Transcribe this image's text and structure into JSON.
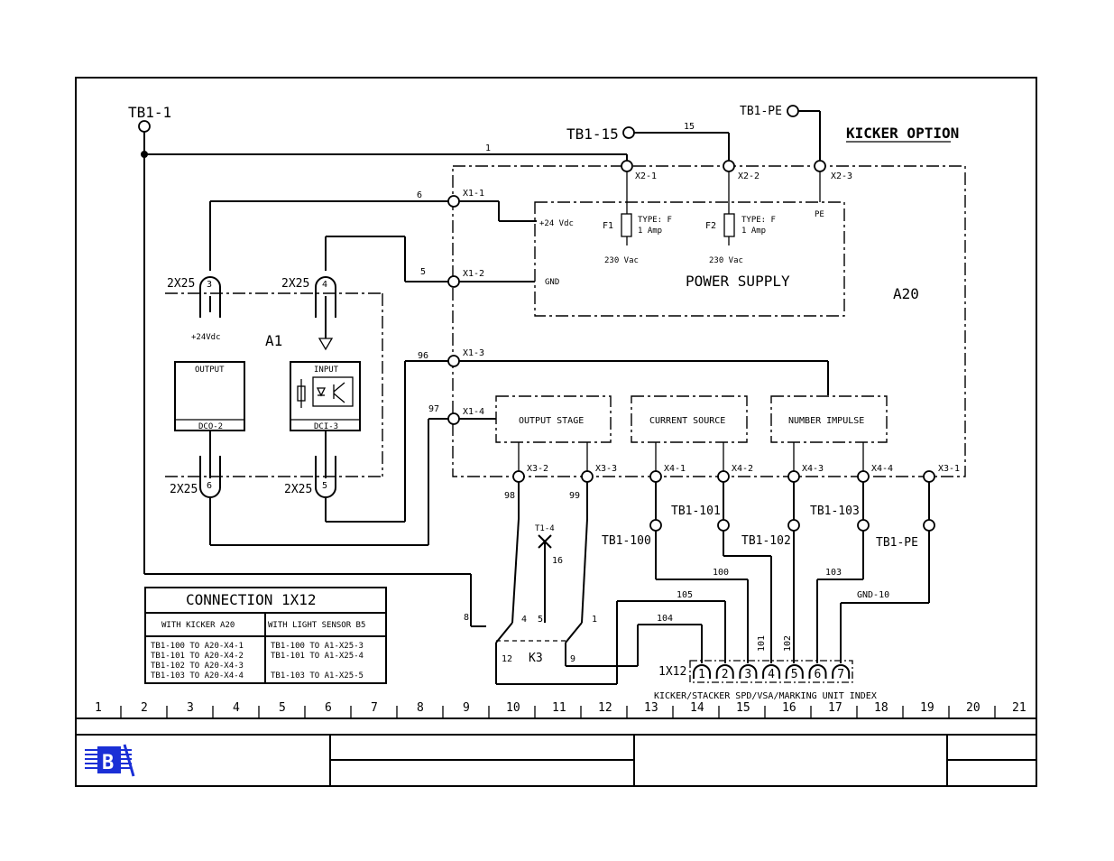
{
  "title": "KICKER OPTION",
  "terminals": {
    "tb1_1": "TB1-1",
    "tb1_15": "TB1-15",
    "tb1_pe_top": "TB1-PE",
    "tb1_100": "TB1-100",
    "tb1_101": "TB1-101",
    "tb1_102": "TB1-102",
    "tb1_103": "TB1-103",
    "tb1_pe_bottom": "TB1-PE",
    "t1_4": "T1-4"
  },
  "connectors": {
    "x1_1": "X1-1",
    "x1_2": "X1-2",
    "x1_3": "X1-3",
    "x1_4": "X1-4",
    "x2_1": "X2-1",
    "x2_2": "X2-2",
    "x2_3": "X2-3",
    "x3_1": "X3-1",
    "x3_2": "X3-2",
    "x3_3": "X3-3",
    "x4_1": "X4-1",
    "x4_2": "X4-2",
    "x4_3": "X4-3",
    "x4_4": "X4-4",
    "2x25": "2X25",
    "pin3": "3",
    "pin4": "4",
    "pin5": "5",
    "pin6": "6"
  },
  "wires": {
    "w1": "1",
    "w15": "15",
    "w6": "6",
    "w5": "5",
    "w96": "96",
    "w97": "97",
    "w98": "98",
    "w99": "99",
    "w16": "16",
    "w100": "100",
    "w101": "101",
    "w102": "102",
    "w103": "103",
    "w104": "104",
    "w105": "105",
    "w8": "8",
    "gnd10": "GND-10"
  },
  "power_supply": {
    "label": "POWER SUPPLY",
    "plus24": "+24 Vdc",
    "gnd": "GND",
    "pe": "PE",
    "f1": "F1",
    "f2": "F2",
    "fuse_type": "TYPE: F",
    "fuse_amp": "1 Amp",
    "v230": "230 Vac"
  },
  "a20": "A20",
  "a1": "A1",
  "a1_plus24": "+24Vdc",
  "modules": {
    "output_title": "OUTPUT",
    "output_code": "DCO-2",
    "input_title": "INPUT",
    "input_code": "DCI-3"
  },
  "stages": {
    "output_stage": "OUTPUT STAGE",
    "current_source": "CURRENT SOURCE",
    "number_impulse": "NUMBER IMPULSE"
  },
  "relay": {
    "name": "K3",
    "c12": "12",
    "c4": "4",
    "c5": "5",
    "c1": "1",
    "c9": "9"
  },
  "connector_1x12": {
    "name": "1X12",
    "pins": [
      "1",
      "2",
      "3",
      "4",
      "5",
      "6",
      "7"
    ],
    "index": "KICKER/STACKER SPD/VSA/MARKING UNIT INDEX"
  },
  "connection_table": {
    "title": "CONNECTION 1X12",
    "col1_header": "WITH KICKER A20",
    "col2_header": "WITH LIGHT SENSOR B5",
    "col1_rows": [
      "TB1-100 TO A20-X4-1",
      "TB1-101 TO A20-X4-2",
      "TB1-102 TO A20-X4-3",
      "TB1-103 TO A20-X4-4"
    ],
    "col2_rows": [
      "TB1-100 TO A1-X25-3",
      "TB1-101 TO A1-X25-4",
      "",
      "TB1-103 TO A1-X25-5"
    ]
  },
  "scale": [
    "1",
    "2",
    "3",
    "4",
    "5",
    "6",
    "7",
    "8",
    "9",
    "10",
    "11",
    "12",
    "13",
    "14",
    "15",
    "16",
    "17",
    "18",
    "19",
    "20",
    "21"
  ],
  "colors": {
    "ink": "#000000",
    "logo": "#1a2fd6"
  }
}
